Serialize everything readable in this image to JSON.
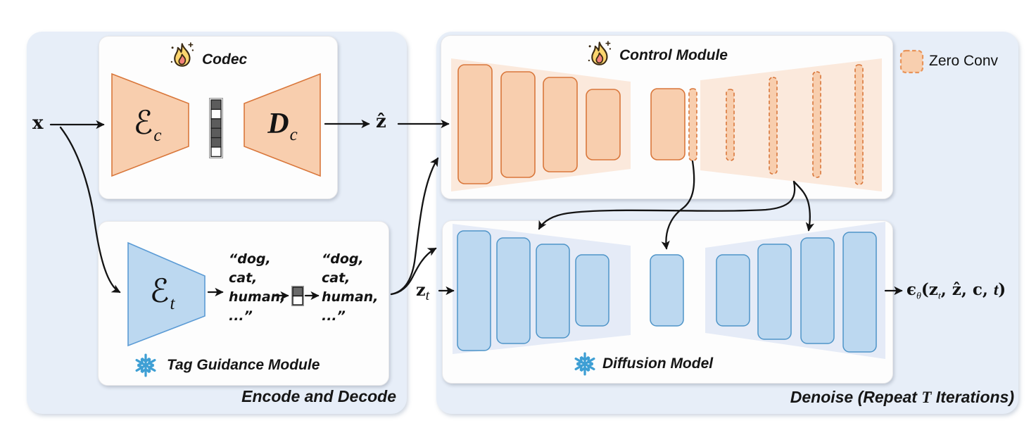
{
  "panels": {
    "encode_caption": "Encode and Decode",
    "denoise_caption_pre": "Denoise (Repeat ",
    "denoise_caption_T": "T",
    "denoise_caption_post": " Iterations)"
  },
  "codec": {
    "title": "Codec",
    "encoder_base": "ℰ",
    "encoder_sub": "c",
    "decoder_base": "D",
    "decoder_sub": "c"
  },
  "tag_module": {
    "title": "Tag Guidance Module",
    "encoder_base": "ℰ",
    "encoder_sub": "t",
    "tags_line1": "“dog,",
    "tags_line2": "cat,",
    "tags_line3": "human,",
    "tags_line4": "...”"
  },
  "control": {
    "title": "Control Module"
  },
  "diffusion": {
    "title": "Diffusion Model"
  },
  "labels": {
    "input": "x",
    "latent": "ẑ",
    "noisy_base": "z",
    "noisy_sub": "t"
  },
  "legend": {
    "label": "Zero Conv"
  },
  "formula": {
    "epsilon": "ϵ",
    "theta": "θ",
    "lp": "(",
    "z": "z",
    "zsub": "t",
    "c1": ", ",
    "zhat": "ẑ",
    "c2": ", ",
    "c": "c",
    "c3": ", ",
    "t": "t",
    "rp": ")"
  },
  "colors": {
    "panel_blue": "#E7EEF8",
    "box_white": "#FDFDFD",
    "orange_fill": "#F8CEAE",
    "orange_stroke": "#D9773B",
    "orange_bg": "#FBE9DC",
    "blue_fill": "#BCD8F0",
    "blue_stroke": "#5B9BD5",
    "blue_bg": "#E5EBF7",
    "arrow": "#141414"
  }
}
